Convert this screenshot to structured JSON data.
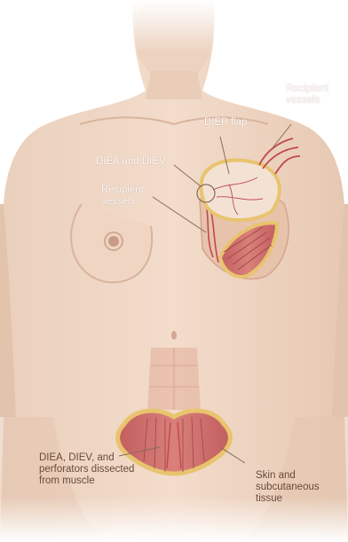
{
  "labels": {
    "recipient_vessels_right": "Recipient\nvessels",
    "diep_flap": "DIEP flap",
    "diea_and_diev": "DIEA and DIEV",
    "recipient_vessels_left": "Recipient\nvessels",
    "diea_diev_perforators": "DIEA, DIEV, and\nperforators dissected\nfrom muscle",
    "skin_and_subcutaneous_tissue": "Skin and\nsubcutaneous\ntissue"
  },
  "colors": {
    "skin": "#f0d6c2",
    "skin_shadow": "#e2bda5",
    "muscle": "#c96a68",
    "muscle_dark": "#a84a4c",
    "fat_border": "#e8c46e",
    "vessel": "#c04850",
    "leader_line": "#8a6a5a"
  }
}
